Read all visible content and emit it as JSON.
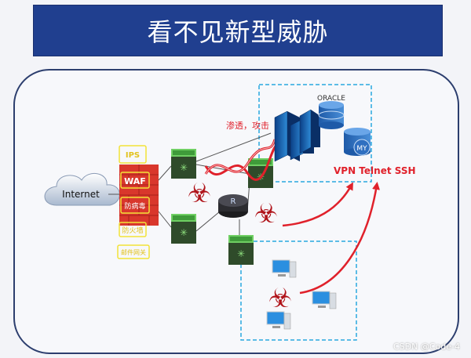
{
  "title": "看不见新型威胁",
  "internet_label": "Internet",
  "security_layers": [
    "IPS",
    "WAF",
    "防病毒",
    "防火墙",
    "邮件网关"
  ],
  "attack_label": "渗透，攻击",
  "oracle_label": "ORACLE",
  "mysql_label": "MY",
  "router_label": "R",
  "protocols_label": "VPN Telnet  SSH",
  "watermark": "CSDN @Code-4",
  "colors": {
    "title_bg": "#203f8f",
    "attack_red": "#e0212b",
    "dashed_box": "#29a7e0",
    "switch_green": "#3f9b3a",
    "firewall_red": "#d9372c",
    "layer_yellow": "#f2e238"
  }
}
